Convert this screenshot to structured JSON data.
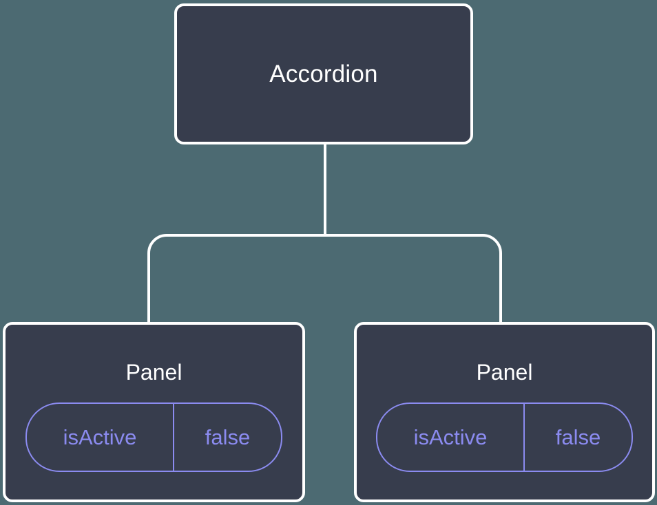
{
  "diagram": {
    "type": "component-tree",
    "background_color": "#4c6a72",
    "node_fill_color": "#373d4d",
    "node_border_color": "#ffffff",
    "edge_color": "#ffffff",
    "prop_color": "#8b8bf0",
    "root": {
      "label": "Accordion"
    },
    "children": [
      {
        "label": "Panel",
        "props": [
          {
            "key": "isActive",
            "value": "false"
          }
        ]
      },
      {
        "label": "Panel",
        "props": [
          {
            "key": "isActive",
            "value": "false"
          }
        ]
      }
    ]
  }
}
